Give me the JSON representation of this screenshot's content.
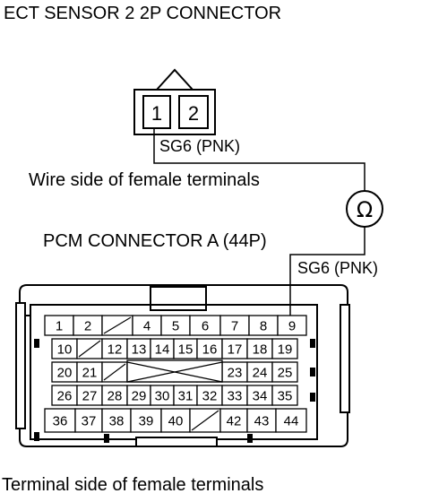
{
  "title": "ECT SENSOR 2 2P CONNECTOR",
  "sensor_connector": {
    "pins": [
      "1",
      "2"
    ]
  },
  "wire_upper_label": "SG6 (PNK)",
  "wire_side_caption": "Wire side of female terminals",
  "meter_symbol": "Ω",
  "pcm_title": "PCM CONNECTOR A (44P)",
  "wire_lower_label": "SG6 (PNK)",
  "pcm_rows": [
    [
      "1",
      "2",
      "",
      "4",
      "5",
      "6",
      "7",
      "8",
      "9"
    ],
    [
      "10",
      "",
      "12",
      "13",
      "14",
      "15",
      "16",
      "17",
      "18",
      "19"
    ],
    [
      "20",
      "21",
      "",
      "",
      "",
      "",
      "",
      "23",
      "24",
      "25"
    ],
    [
      "26",
      "27",
      "28",
      "29",
      "30",
      "31",
      "32",
      "33",
      "34",
      "35"
    ],
    [
      "36",
      "37",
      "38",
      "39",
      "40",
      "",
      "42",
      "43",
      "44"
    ]
  ],
  "terminal_side_caption": "Terminal side of female terminals",
  "colors": {
    "line": "#000000",
    "background": "#ffffff"
  }
}
